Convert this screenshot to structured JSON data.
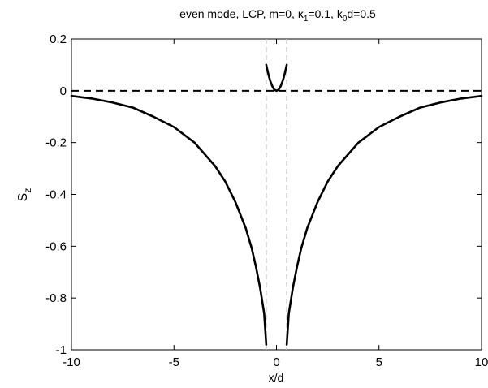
{
  "chart_data": {
    "type": "line",
    "title": "even mode, LCP, m=0, κ1=0.1, k0d=0.5",
    "title_parts": {
      "t1": "even mode, LCP, m=0, κ",
      "t1_sub": "1",
      "t2": "=0.1, k",
      "t2_sub": "0",
      "t3": "d=0.5"
    },
    "xlabel": "x/d",
    "ylabel": "S",
    "ylabel_sub": "z",
    "xlim": [
      -10,
      10
    ],
    "ylim": [
      -1,
      0.2
    ],
    "xticks": [
      -10,
      -5,
      0,
      5,
      10
    ],
    "xtick_labels": [
      "-10",
      "-5",
      "0",
      "5",
      "10"
    ],
    "yticks": [
      0.2,
      0,
      -0.2,
      -0.4,
      -0.6,
      -0.8,
      -1
    ],
    "ytick_labels": [
      "0.2",
      "0",
      "-0.2",
      "-0.4",
      "-0.6",
      "-0.8",
      "-1"
    ],
    "grid": false,
    "boundaries_x": [
      -0.5,
      0.5
    ],
    "zero_line_y": 0,
    "series": [
      {
        "segment": "left-outer",
        "x": [
          -10,
          -9,
          -8,
          -7,
          -6,
          -5,
          -4,
          -3,
          -2.5,
          -2,
          -1.5,
          -1.2,
          -1,
          -0.8,
          -0.6,
          -0.5
        ],
        "y": [
          -0.02,
          -0.03,
          -0.045,
          -0.065,
          -0.1,
          -0.14,
          -0.2,
          -0.29,
          -0.35,
          -0.43,
          -0.53,
          -0.61,
          -0.68,
          -0.76,
          -0.86,
          -0.98
        ]
      },
      {
        "segment": "inner",
        "x": [
          -0.5,
          -0.4,
          -0.3,
          -0.2,
          -0.1,
          0,
          0.1,
          0.2,
          0.3,
          0.4,
          0.5
        ],
        "y": [
          0.1,
          0.065,
          0.037,
          0.017,
          0.004,
          0,
          0.004,
          0.017,
          0.037,
          0.065,
          0.1
        ]
      },
      {
        "segment": "right-outer",
        "x": [
          0.5,
          0.6,
          0.8,
          1,
          1.2,
          1.5,
          2,
          2.5,
          3,
          4,
          5,
          6,
          7,
          8,
          9,
          10
        ],
        "y": [
          -0.98,
          -0.86,
          -0.76,
          -0.68,
          -0.61,
          -0.53,
          -0.43,
          -0.35,
          -0.29,
          -0.2,
          -0.14,
          -0.1,
          -0.065,
          -0.045,
          -0.03,
          -0.02
        ]
      }
    ]
  }
}
